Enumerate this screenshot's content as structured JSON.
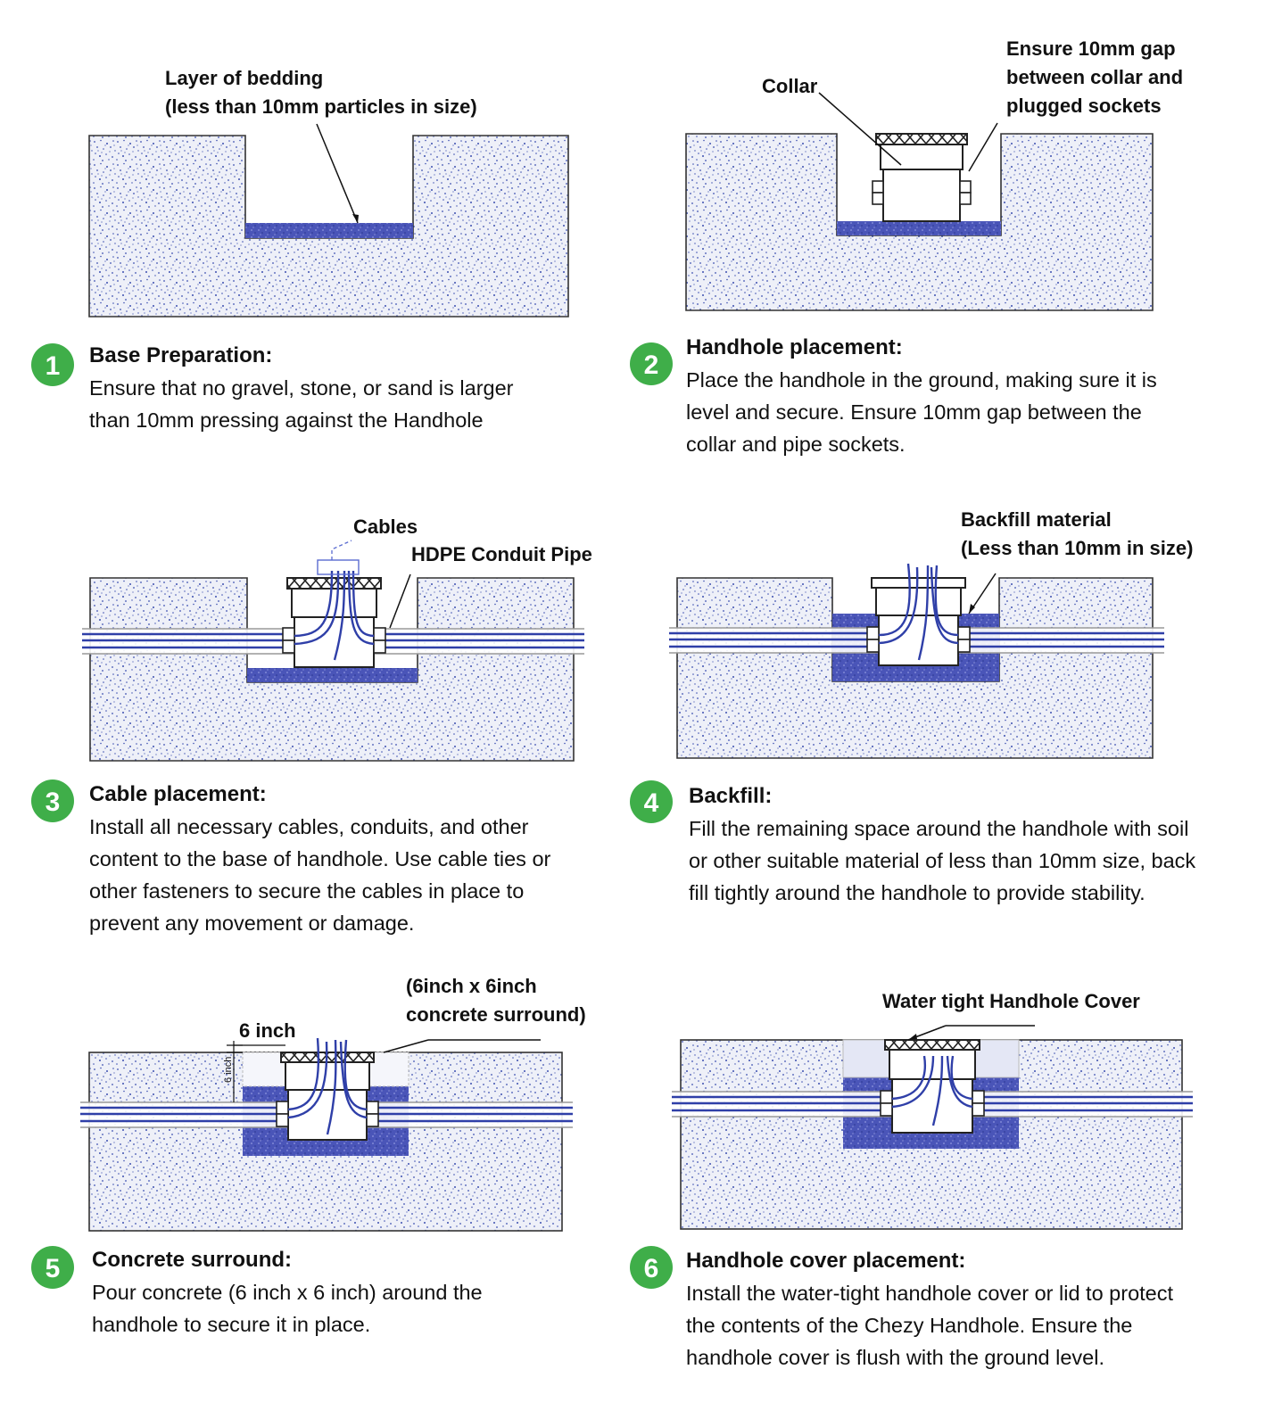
{
  "colors": {
    "accent_green": "#3fae49",
    "soil_fill": "#eef0f8",
    "soil_dot": "#3c4fb0",
    "bedding_blue": "#4a55b8",
    "cable_blue": "#2f3fa8",
    "outline": "#333333"
  },
  "steps": [
    {
      "number": "1",
      "title": "Base Preparation:",
      "lines": [
        "Ensure that no gravel, stone, or sand is larger",
        "than 10mm pressing against the Handhole"
      ],
      "callouts": [
        "Layer of bedding",
        "(less than 10mm particles in size)"
      ]
    },
    {
      "number": "2",
      "title": "Handhole placement:",
      "lines": [
        "Place the handhole in the ground, making sure it is",
        "level and secure. Ensure 10mm gap between the",
        "collar and pipe sockets."
      ],
      "callouts": [
        "Collar",
        "Ensure 10mm gap",
        "between collar and",
        "plugged sockets"
      ]
    },
    {
      "number": "3",
      "title": "Cable placement:",
      "lines": [
        "Install all necessary cables, conduits, and other",
        "content to the base of handhole. Use cable ties or",
        "other fasteners to secure the cables in place to",
        "prevent any movement or damage."
      ],
      "callouts": [
        "Cables",
        "HDPE Conduit Pipe"
      ]
    },
    {
      "number": "4",
      "title": "Backfill:",
      "lines": [
        "Fill the remaining space around the handhole with soil",
        "or other suitable material of less than 10mm size, back",
        "fill tightly around the handhole to provide stability."
      ],
      "callouts": [
        "Backfill material",
        "(Less than 10mm in size)"
      ]
    },
    {
      "number": "5",
      "title": "Concrete surround:",
      "lines": [
        "Pour concrete (6 inch x 6 inch) around the",
        "handhole to secure it in place."
      ],
      "callouts": [
        "(6inch x 6inch",
        "concrete surround)",
        "6 inch",
        "6 inch"
      ]
    },
    {
      "number": "6",
      "title": "Handhole cover placement:",
      "lines": [
        "Install the water-tight handhole cover or lid to protect",
        "the contents of the Chezy Handhole. Ensure the",
        "handhole cover is flush with the ground level."
      ],
      "callouts": [
        "Water tight Handhole Cover"
      ]
    }
  ]
}
